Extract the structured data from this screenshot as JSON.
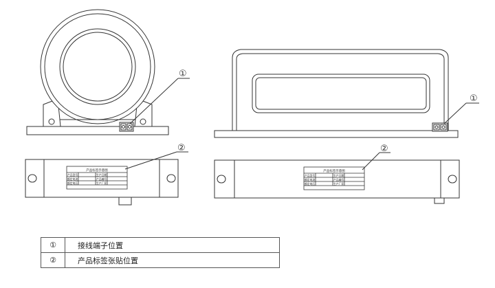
{
  "callouts": {
    "one": "①",
    "two": "②"
  },
  "label_plate": {
    "title": "产品标签示意图",
    "rows": [
      [
        "产品型号",
        "生产日期"
      ],
      [
        "额定电流",
        "产品编号"
      ],
      [
        "额定电压",
        "生产厂家"
      ]
    ]
  },
  "legend": {
    "rows": [
      {
        "num": "①",
        "text": "接线端子位置"
      },
      {
        "num": "②",
        "text": "产品标签张贴位置"
      }
    ]
  }
}
